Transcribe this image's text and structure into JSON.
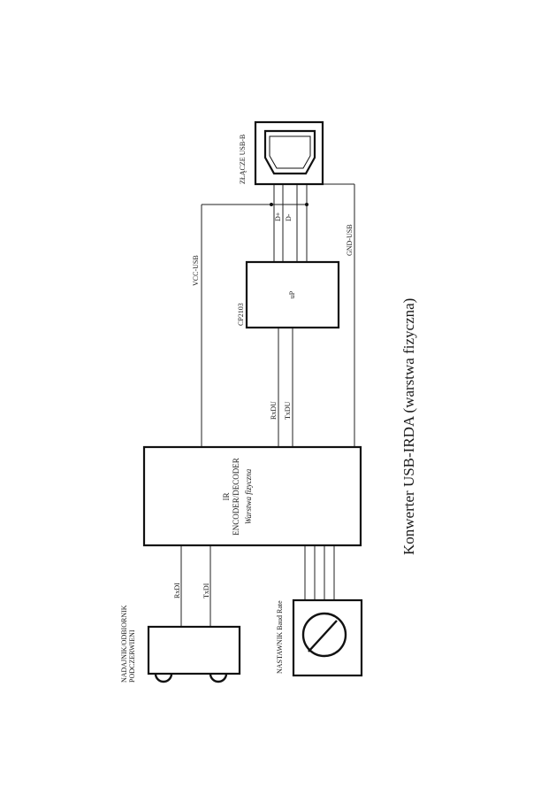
{
  "title": "Konwerter USB-IRDA (warstwa fizyczna)",
  "blocks": {
    "usb_connector": {
      "label": "ZŁĄCZE USB-B"
    },
    "cp2103": {
      "label": "CP2103",
      "inner": "uP"
    },
    "ir_encoder": {
      "line1": "IR",
      "line2": "ENCODER/DECODER",
      "line3": "Warstwa fizyczna"
    },
    "transceiver": {
      "line1": "NADAJNIK/ODBIORNIK",
      "line2": "PODCZERWIENI"
    },
    "baud_selector": {
      "label": "NASTAWNIK Baud Rate"
    }
  },
  "signals": {
    "vcc": "VCC-USB",
    "gnd": "GND-USB",
    "dplus": "D+",
    "dminus": "D-",
    "rxdu": "RxDU",
    "txdu": "TxDU",
    "rxdi": "RxDI",
    "txdi": "TxDI"
  }
}
